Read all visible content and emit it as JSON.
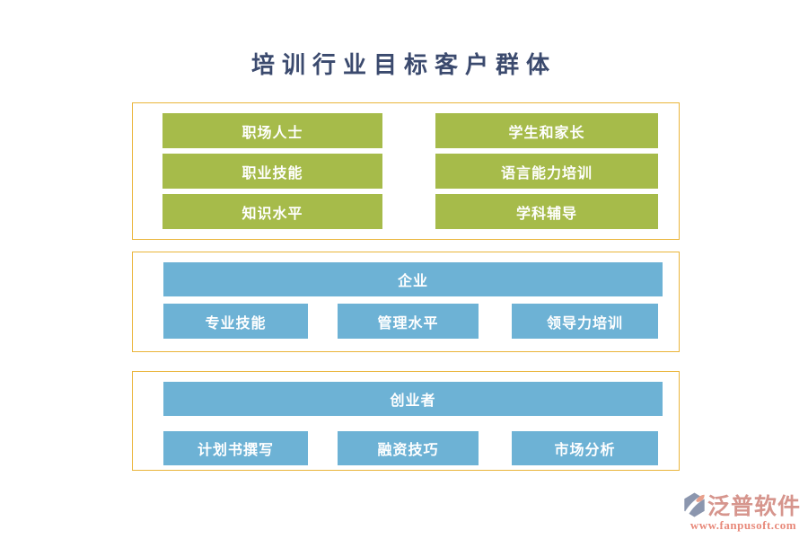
{
  "page": {
    "title": "培训行业目标客户群体"
  },
  "colors": {
    "title_text": "#3b4a6e",
    "section_border": "#eab53a",
    "green_box": "#a6bb4a",
    "blue_box": "#6db2d5",
    "box_text": "#ffffff",
    "logo_brand_text": "#d6958d",
    "logo_url_text": "#e8897a",
    "logo_icon_blue": "#8b96ae",
    "logo_icon_salmon": "#e8a08c"
  },
  "sections": [
    {
      "name": "individual-customers",
      "layout": "two-column-green",
      "columns": [
        {
          "items": [
            "职场人士",
            "职业技能",
            "知识水平"
          ]
        },
        {
          "items": [
            "学生和家长",
            "语言能力培训",
            "学科辅导"
          ]
        }
      ]
    },
    {
      "name": "enterprise-customers",
      "layout": "header-plus-row-blue",
      "header": "企业",
      "items": [
        "专业技能",
        "管理水平",
        "领导力培训"
      ]
    },
    {
      "name": "entrepreneur-customers",
      "layout": "header-plus-row-blue",
      "header": "创业者",
      "items": [
        "计划书撰写",
        "融资技巧",
        "市场分析"
      ]
    }
  ],
  "footer": {
    "brand": "泛普软件",
    "url": "www.fanpusoft.com",
    "logo_icon": "fanpu-logo-icon"
  }
}
